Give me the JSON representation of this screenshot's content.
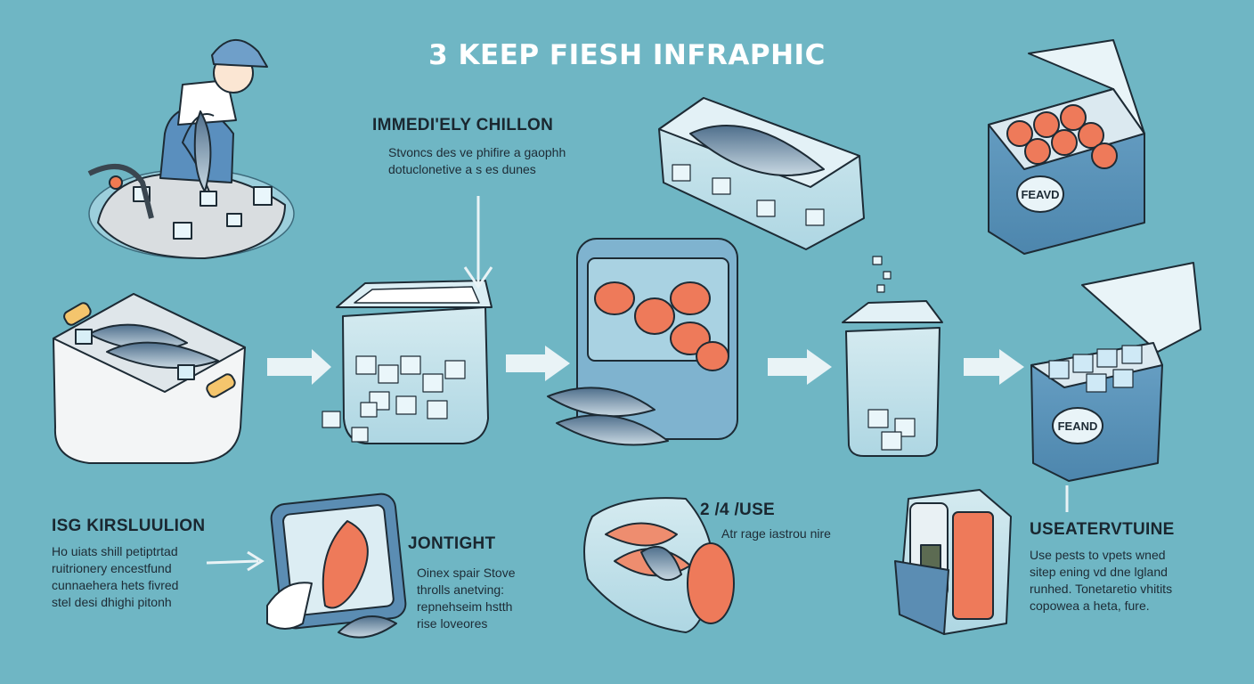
{
  "title": "3 KEEP FIESH INFRAPHIC",
  "sections": {
    "top": {
      "heading": "IMMEDI'ELY CHILLON",
      "lines": [
        "Stvoncs des ve phifire a gaophh",
        "dotuclonetive a s es dunes"
      ]
    },
    "left": {
      "heading": "ISG KIRSLUULION",
      "lines": [
        "Ho uiats shill petiptrtad",
        "ruitrionery encestfund",
        "cunnaehera hets fivred",
        "stel desi dhighi pitonh"
      ]
    },
    "middle": {
      "heading": "JONTIGHT",
      "lines": [
        "Oinex spair Stove",
        "throlls anetving:",
        "repnehseim hstth",
        "rise loveores"
      ]
    },
    "center": {
      "heading": "2 /4 /USE",
      "lines": [
        "Atr rage iastrou nire"
      ]
    },
    "right": {
      "heading": "USEATERVTUINE",
      "lines": [
        "Use pests to vpets wned",
        "sitep ening vd dne lgland",
        "runhed. Tonetaretio vhitits",
        "copowea a heta, fure."
      ]
    }
  },
  "cooler_labels": {
    "top": "FEAVD",
    "bottom": "FEAND"
  },
  "colors": {
    "background": "#6fb6c4",
    "title": "#ffffff",
    "cooler_blue": "#5b93b8",
    "salmon": "#ee7a5a",
    "ice": "#cfe9f2",
    "arrow": "#e9f3f6"
  },
  "icons": [
    "fisherman-icon",
    "ice-bucket-icon",
    "glass-container-icon",
    "tray-fish-icon",
    "vacuum-bag-icon",
    "cooler-icon",
    "storage-bag-icon",
    "arrow-right-icon",
    "arrow-down-icon"
  ]
}
